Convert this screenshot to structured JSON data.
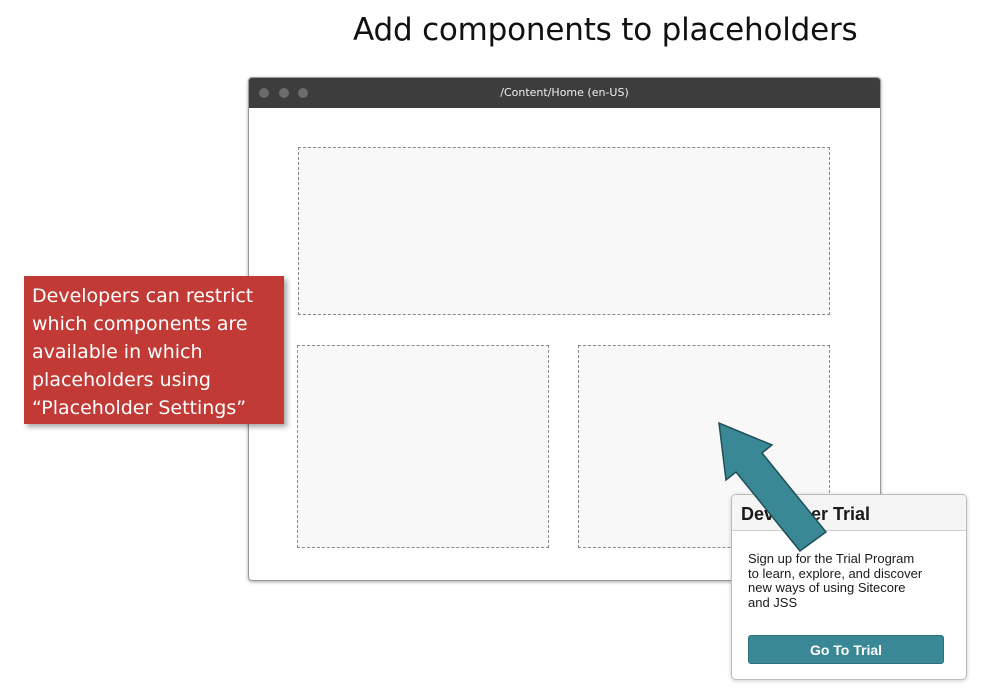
{
  "slide": {
    "title": "Add components to placeholders"
  },
  "browser": {
    "path": "/Content/Home (en-US)"
  },
  "callout": {
    "lines": [
      "Developers can restrict",
      "which components are",
      "available in which",
      "placeholders using",
      "“Placeholder Settings”"
    ]
  },
  "trial": {
    "title": "Developer Trial",
    "body_lines": [
      "Sign up for the Trial Program",
      "to learn, explore, and discover",
      "new ways of using Sitecore",
      "and JSS"
    ],
    "button_label": "Go To Trial"
  },
  "colors": {
    "callout_bg": "#c23a35",
    "arrow_fill": "#3a8895",
    "titlebar_bg": "#3d3d3d",
    "button_bg": "#3a8895"
  }
}
